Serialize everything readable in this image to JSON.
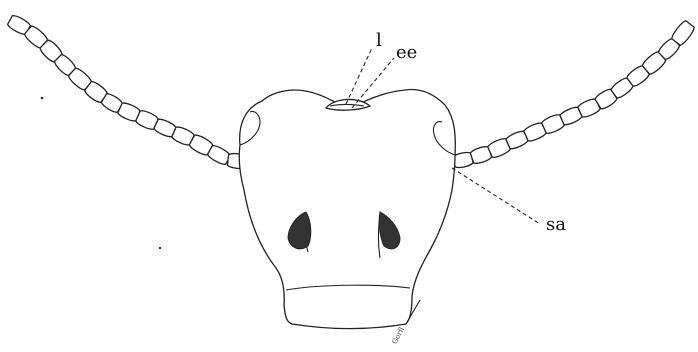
{
  "figure": {
    "labels": {
      "l": "l",
      "ee": "ee",
      "sa": "sa"
    },
    "signature": "Gorfl",
    "colors": {
      "ink": "#222222",
      "background": "#ffffff",
      "eye_fill": "#555555"
    }
  }
}
